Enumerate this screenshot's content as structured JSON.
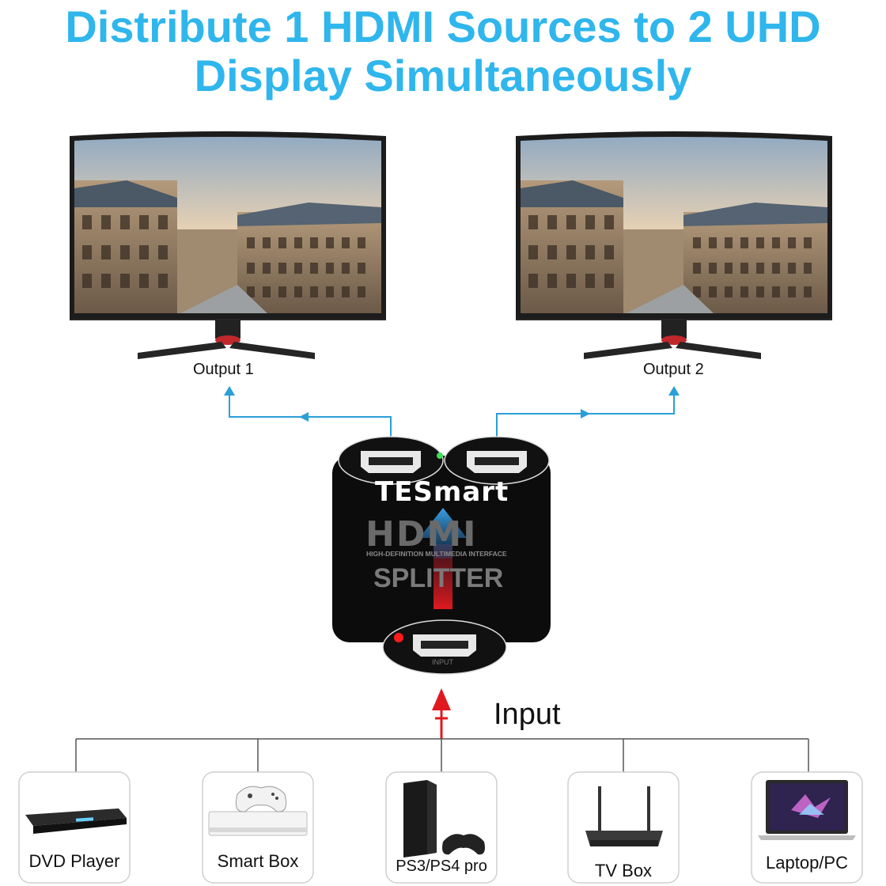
{
  "title": {
    "line1": "Distribute 1 HDMI Sources to 2 UHD",
    "line2": "Display Simultaneously"
  },
  "outputs": [
    {
      "label": "Output 1"
    },
    {
      "label": "Output 2"
    }
  ],
  "splitter": {
    "brand": "TESmart",
    "logo": "HDMI",
    "logo_sub": "HIGH-DEFINITION MULTIMEDIA INTERFACE",
    "label": "SPLITTER",
    "port_label": "INPUT"
  },
  "input_label": "Input",
  "sources": [
    {
      "label": "DVD Player",
      "icon": "dvd-player-icon"
    },
    {
      "label": "Smart Box",
      "icon": "game-console-icon"
    },
    {
      "label": "PS3/PS4 pro",
      "icon": "ps4-console-icon"
    },
    {
      "label": "TV Box",
      "icon": "tv-box-icon"
    },
    {
      "label": "Laptop/PC",
      "icon": "laptop-icon"
    }
  ],
  "colors": {
    "title": "#2fb6ec",
    "output_line": "#2a9fd8",
    "input_arrow": "#e0191e",
    "splitter_body": "#0c0c0c"
  }
}
